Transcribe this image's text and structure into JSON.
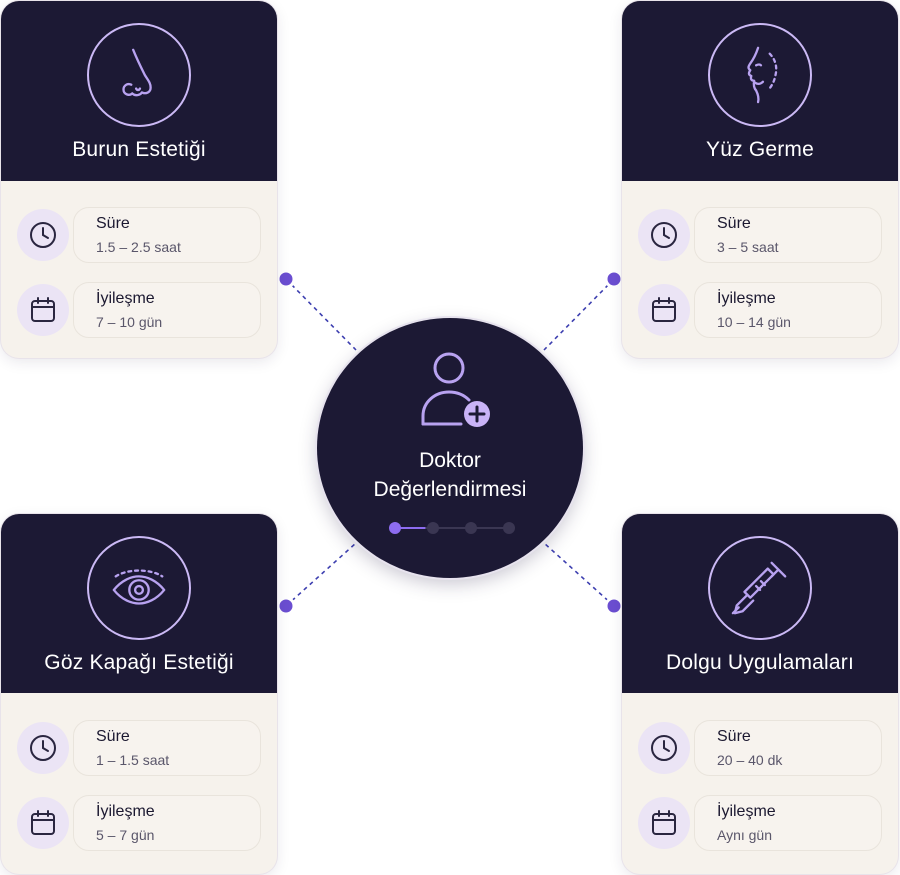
{
  "center": {
    "title_line1": "Doktor",
    "title_line2": "Değerlendirmesi",
    "icon": "user-plus-icon",
    "progress": {
      "steps_total": 4,
      "current_step": 1
    }
  },
  "colors": {
    "card_header": "#1c1934",
    "card_body": "#f6f2ec",
    "accent": "#6b4ed1",
    "icon_stroke": "#b8a2f0",
    "connector": "#3d3fb0"
  },
  "cards": [
    {
      "title": "Burun Estetiği",
      "icon": "nose-icon",
      "duration": {
        "label": "Süre",
        "value": "1.5 – 2.5 saat",
        "icon": "clock-icon"
      },
      "recovery": {
        "label": "İyileşme",
        "value": "7 – 10 gün",
        "icon": "calendar-icon"
      }
    },
    {
      "title": "Yüz Germe",
      "icon": "face-profile-icon",
      "duration": {
        "label": "Süre",
        "value": "3 – 5 saat",
        "icon": "clock-icon"
      },
      "recovery": {
        "label": "İyileşme",
        "value": "10 – 14 gün",
        "icon": "calendar-icon"
      }
    },
    {
      "title": "Göz Kapağı Estetiği",
      "icon": "eye-icon",
      "duration": {
        "label": "Süre",
        "value": "1 – 1.5 saat",
        "icon": "clock-icon"
      },
      "recovery": {
        "label": "İyileşme",
        "value": "5 – 7 gün",
        "icon": "calendar-icon"
      }
    },
    {
      "title": "Dolgu Uygulamaları",
      "icon": "syringe-icon",
      "duration": {
        "label": "Süre",
        "value": "20 – 40 dk",
        "icon": "clock-icon"
      },
      "recovery": {
        "label": "İyileşme",
        "value": "Aynı gün",
        "icon": "calendar-icon"
      }
    }
  ]
}
